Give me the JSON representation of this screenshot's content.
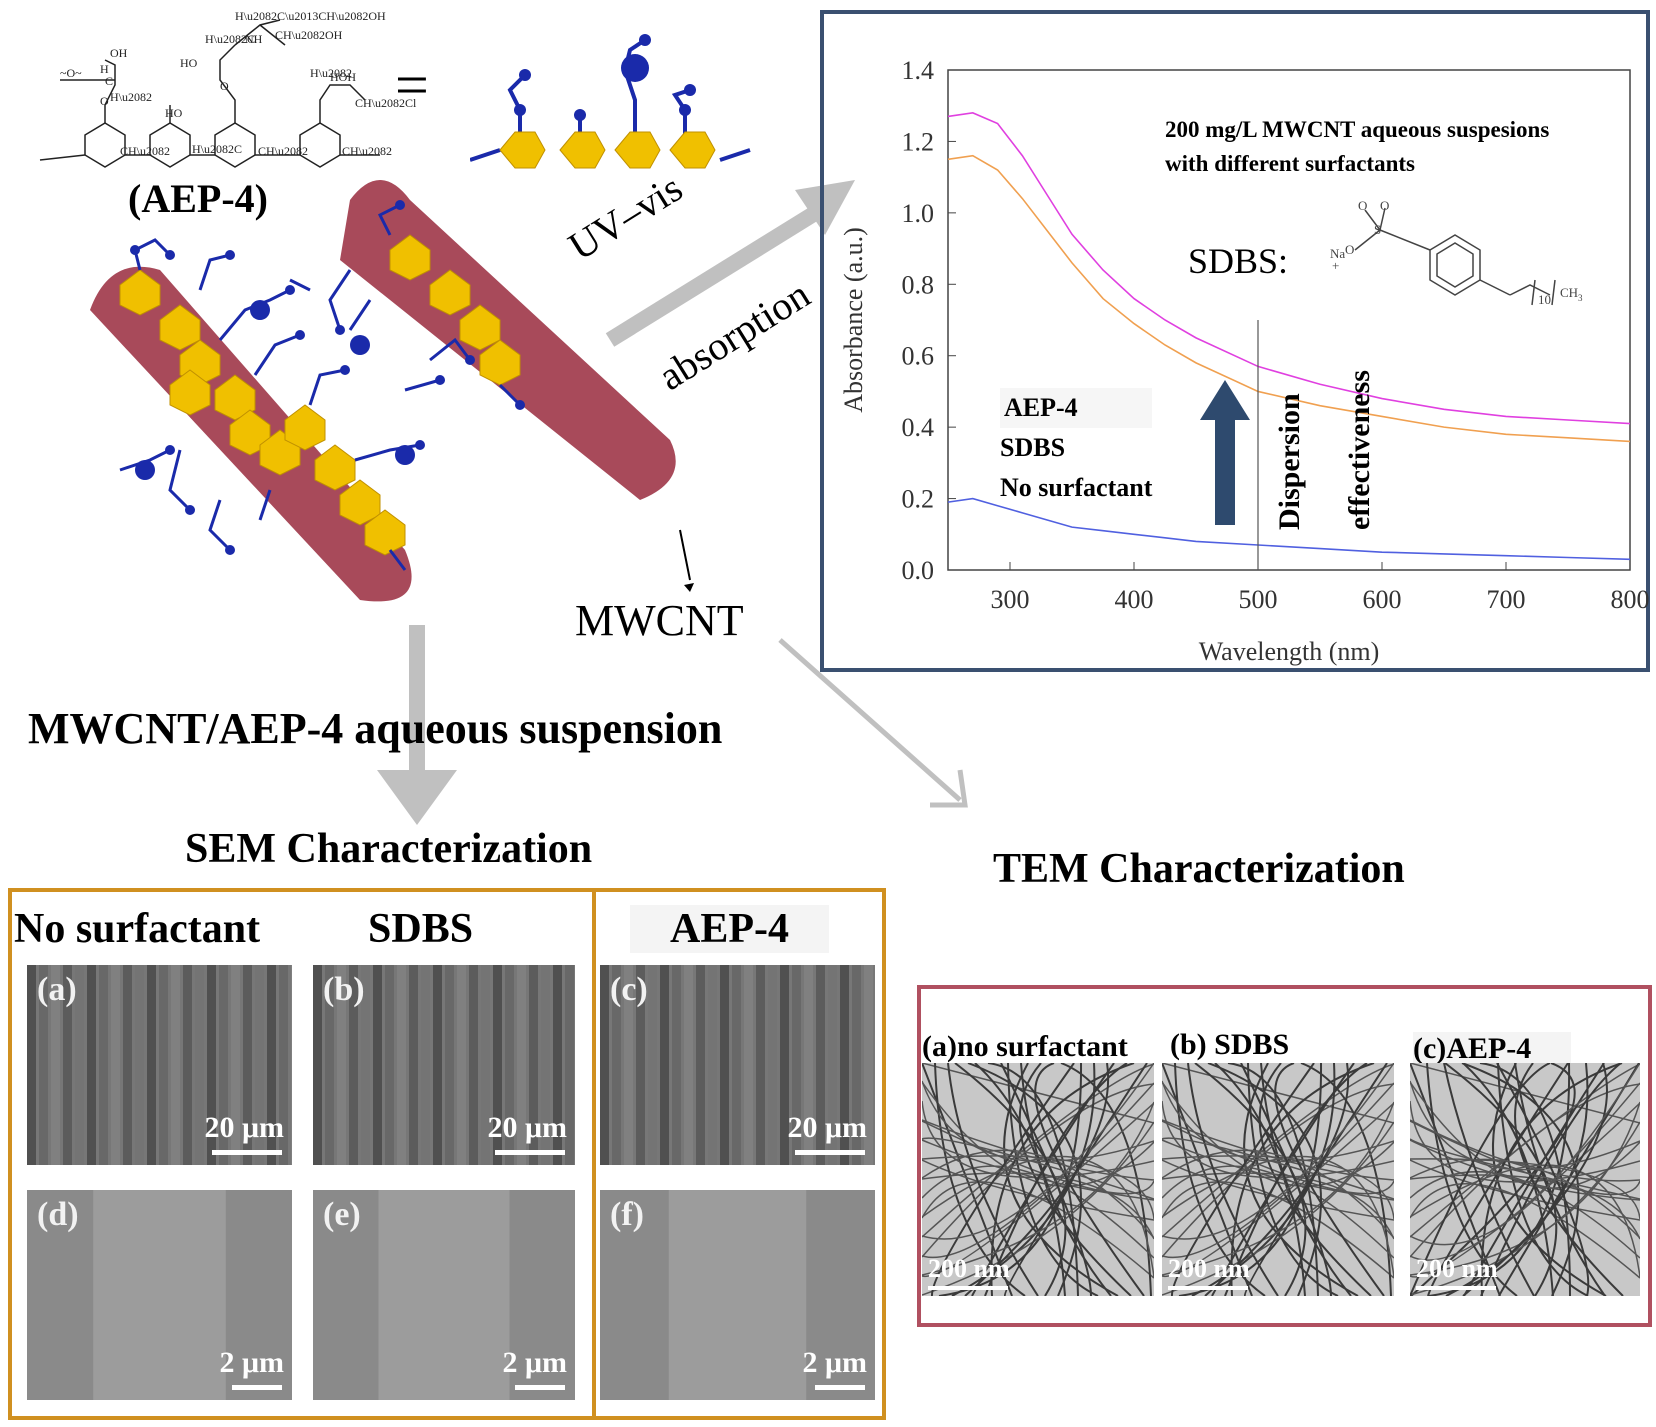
{
  "molecule": {
    "name": "(AEP-4)",
    "equals": "="
  },
  "arrows": {
    "uv_line1": "UV–vis",
    "uv_line2": "absorption"
  },
  "mwcnt_label": "MWCNT",
  "suspension_label": "MWCNT/AEP-4 aqueous suspension",
  "sem": {
    "title": "SEM Characterization",
    "columns": [
      "No surfactant",
      "SDBS",
      "AEP-4"
    ],
    "cells": [
      {
        "letter": "(a)",
        "scale": "20 μm"
      },
      {
        "letter": "(b)",
        "scale": "20 μm"
      },
      {
        "letter": "(c)",
        "scale": "20 μm"
      },
      {
        "letter": "(d)",
        "scale": "2 μm"
      },
      {
        "letter": "(e)",
        "scale": "2 μm"
      },
      {
        "letter": "(f)",
        "scale": "2 μm"
      }
    ]
  },
  "tem": {
    "title": "TEM Characterization",
    "labels": [
      "(a)no surfactant",
      "(b) SDBS",
      "(c)AEP-4"
    ],
    "scale": "200 nm"
  },
  "chart": {
    "annotation_line1": "200 mg/L MWCNT aqueous suspesions",
    "annotation_line2": "with different surfactants",
    "sdbs_label": "SDBS:",
    "legend": [
      "AEP-4",
      "SDBS",
      "No surfactant"
    ],
    "dispersion_line1": "Dispersion",
    "dispersion_line2": "effectiveness",
    "chem_na": "Na",
    "chem_plus": "+",
    "chem_o": "O",
    "chem_s": "S",
    "chem_ch3": "CH",
    "chem_sub3": "3",
    "chem_sub10": "10"
  },
  "chart_data": {
    "type": "line",
    "xlabel": "Wavelength (nm)",
    "ylabel": "Absorbance (a.u.)",
    "xlim": [
      250,
      800
    ],
    "ylim": [
      0.0,
      1.4
    ],
    "xticks": [
      300,
      400,
      500,
      600,
      700,
      800
    ],
    "yticks": [
      0.0,
      0.2,
      0.4,
      0.6,
      0.8,
      1.0,
      1.2,
      1.4
    ],
    "marker_x": 500,
    "series": [
      {
        "name": "AEP-4",
        "color": "#e040e0",
        "x": [
          250,
          270,
          290,
          310,
          330,
          350,
          375,
          400,
          425,
          450,
          500,
          550,
          600,
          650,
          700,
          750,
          800
        ],
        "y": [
          1.27,
          1.28,
          1.25,
          1.16,
          1.05,
          0.94,
          0.84,
          0.76,
          0.7,
          0.65,
          0.57,
          0.52,
          0.48,
          0.45,
          0.43,
          0.42,
          0.41
        ]
      },
      {
        "name": "SDBS",
        "color": "#f0a050",
        "x": [
          250,
          270,
          290,
          310,
          330,
          350,
          375,
          400,
          425,
          450,
          500,
          550,
          600,
          650,
          700,
          750,
          800
        ],
        "y": [
          1.15,
          1.16,
          1.12,
          1.04,
          0.95,
          0.86,
          0.76,
          0.69,
          0.63,
          0.58,
          0.5,
          0.46,
          0.43,
          0.4,
          0.38,
          0.37,
          0.36
        ]
      },
      {
        "name": "No surfactant",
        "color": "#5060e0",
        "x": [
          250,
          270,
          290,
          310,
          330,
          350,
          375,
          400,
          425,
          450,
          500,
          550,
          600,
          650,
          700,
          750,
          800
        ],
        "y": [
          0.19,
          0.2,
          0.18,
          0.16,
          0.14,
          0.12,
          0.11,
          0.1,
          0.09,
          0.08,
          0.07,
          0.06,
          0.05,
          0.045,
          0.04,
          0.035,
          0.03
        ]
      }
    ]
  },
  "colors": {
    "cnt": "#a84a5a",
    "hexagon": "#f0c000",
    "chain": "#1a2aaa",
    "gray_arrow": "#c0c0c0",
    "chart_border": "#3a5070",
    "sem_border": "#d09020",
    "tem_border": "#b05060",
    "dispersion_arrow": "#2e4a6e"
  }
}
